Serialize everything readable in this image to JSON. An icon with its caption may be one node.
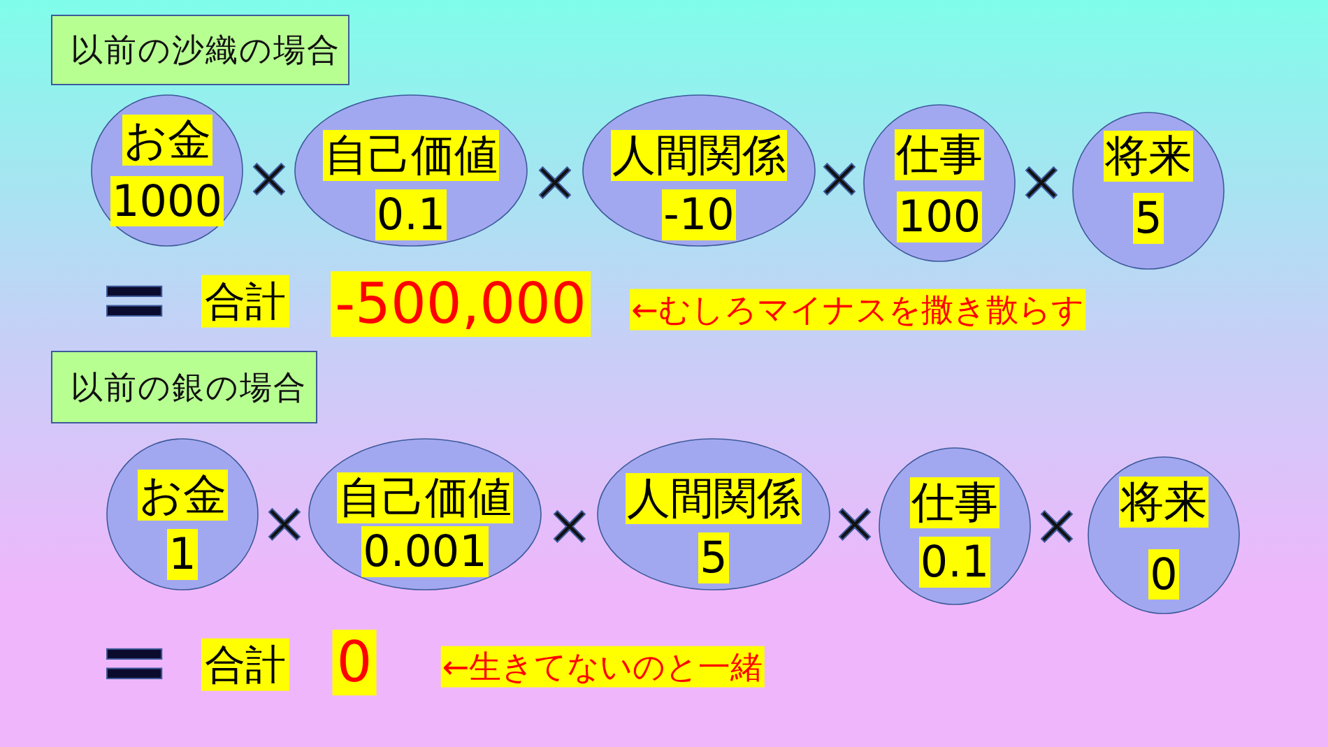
{
  "diagram": {
    "nodes": [
      {
        "text": [
          "以前の沙織の場合"
        ]
      },
      {
        "text": [
          "お金",
          "1000"
        ]
      },
      {
        "text": [
          "自己価値",
          "0.1"
        ]
      },
      {
        "text": [
          "人間関係",
          "-10"
        ]
      },
      {
        "text": [
          "仕事",
          "100"
        ]
      },
      {
        "text": [
          "将来",
          "5"
        ]
      },
      {
        "text": [
          "以前の銀の場合"
        ]
      },
      {
        "text": [
          "お金",
          "1"
        ]
      },
      {
        "text": [
          "自己価値",
          "0.001"
        ]
      },
      {
        "text": [
          "人間関係",
          "5"
        ]
      },
      {
        "text": [
          "仕事",
          "0.1"
        ]
      },
      {
        "text": [
          "将来",
          "0"
        ]
      }
    ],
    "labels": [
      "×",
      "×",
      "×",
      "×",
      "=",
      "合計",
      "-500,000",
      "←むしろマイナスを撒き散らす",
      "×",
      "×",
      "×",
      "×",
      "=",
      "合計",
      "0",
      "←生きてないのと一緒"
    ]
  }
}
